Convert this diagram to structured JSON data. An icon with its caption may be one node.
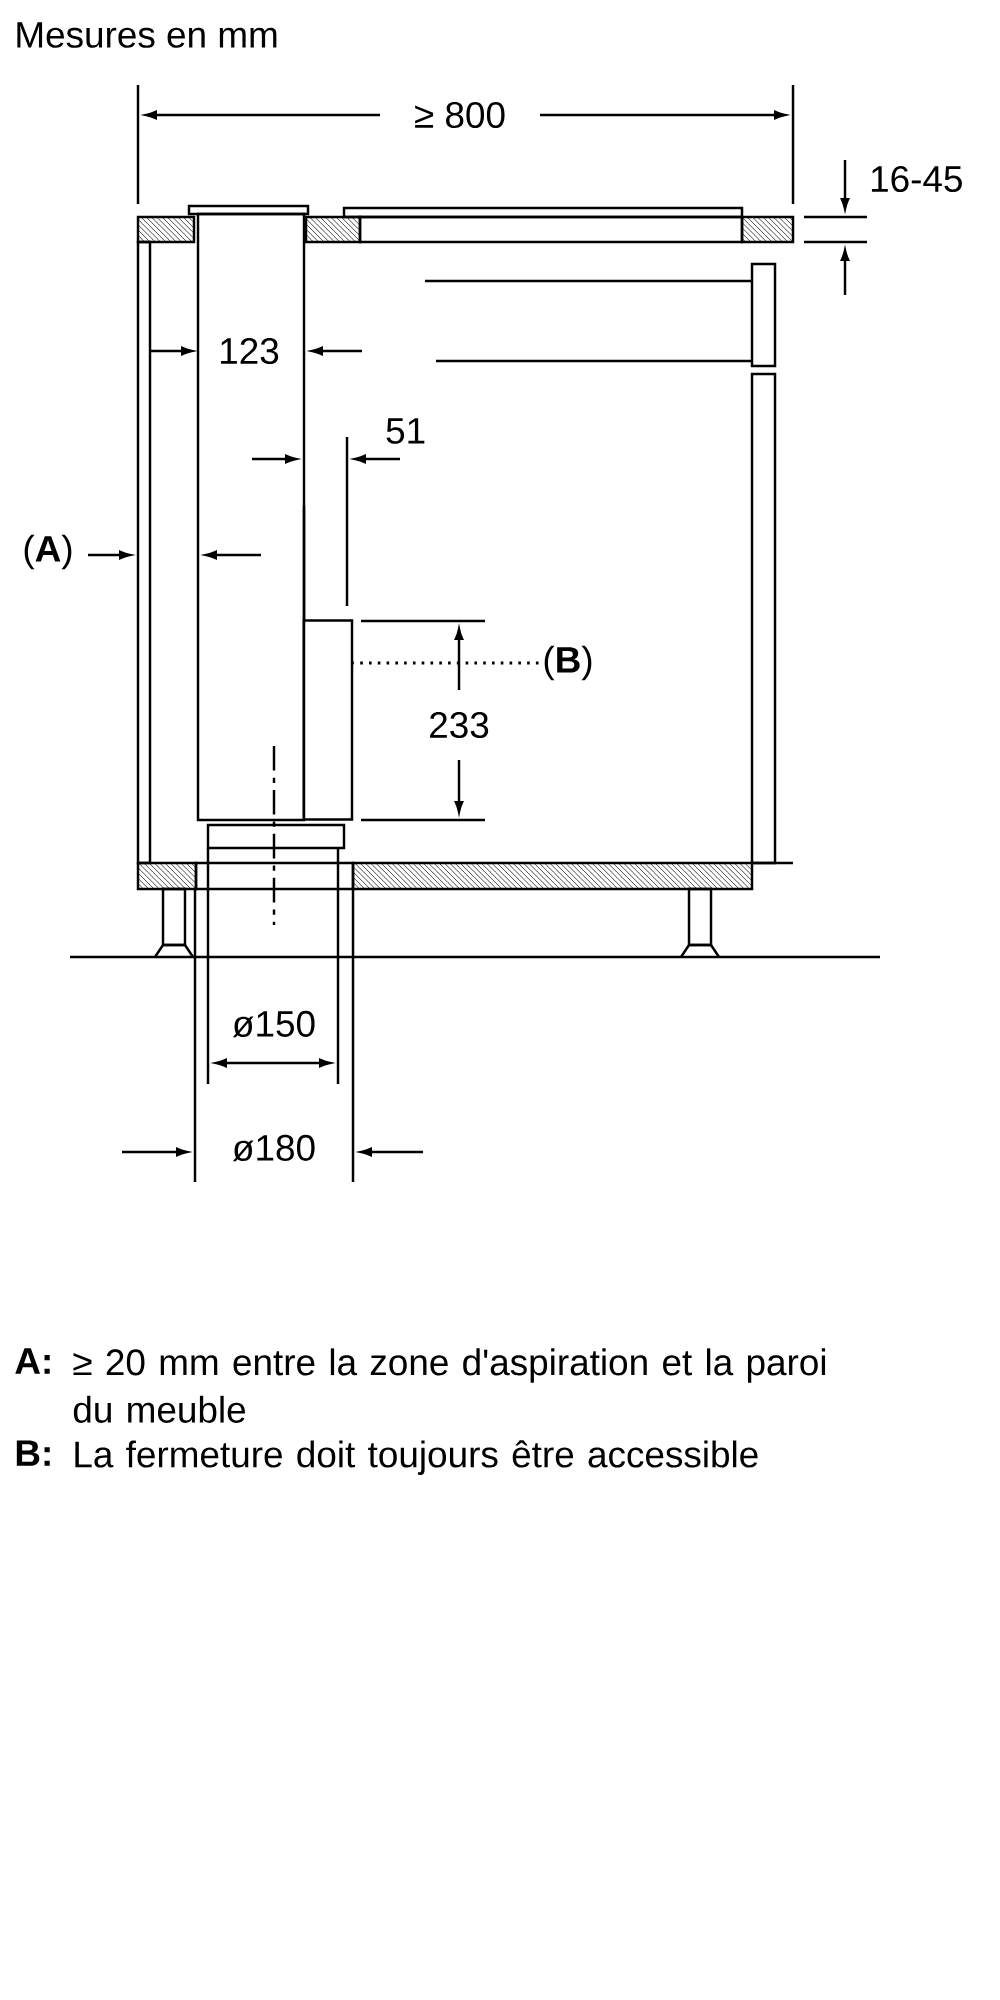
{
  "diagram": {
    "title": "Mesures en mm",
    "nodes": [
      {
        "text": [
          "(**B**)"
        ]
      },
      {
        "text": [],
        "shape": "box"
      }
    ],
    "edges": [
      {
        "from": 0,
        "to": 1,
        "arrow": "none",
        "style": "dashed"
      }
    ],
    "labels": [
      "≥ 800",
      "16-45",
      "123",
      "51",
      "(**A**)",
      "233",
      "ø150",
      "ø180",
      "A:",
      "≥ 20 mm entre la zone d'aspiration et la paroi du meuble",
      "B:",
      "La fermeture doit toujours être accessible"
    ]
  }
}
